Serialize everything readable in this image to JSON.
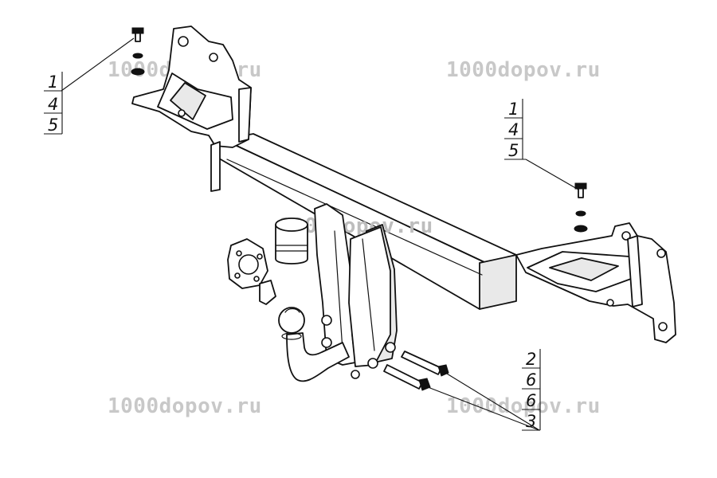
{
  "watermarks": [
    "1000dopov.ru",
    "1000dopov.ru",
    "1000dopov.ru",
    "1000dopov.ru",
    "1000dopov.ru"
  ],
  "callouts": {
    "top_left": [
      "1",
      "4",
      "5"
    ],
    "top_right": [
      "1",
      "4",
      "5"
    ],
    "bottom_right": [
      "2",
      "6",
      "6",
      "3"
    ]
  }
}
